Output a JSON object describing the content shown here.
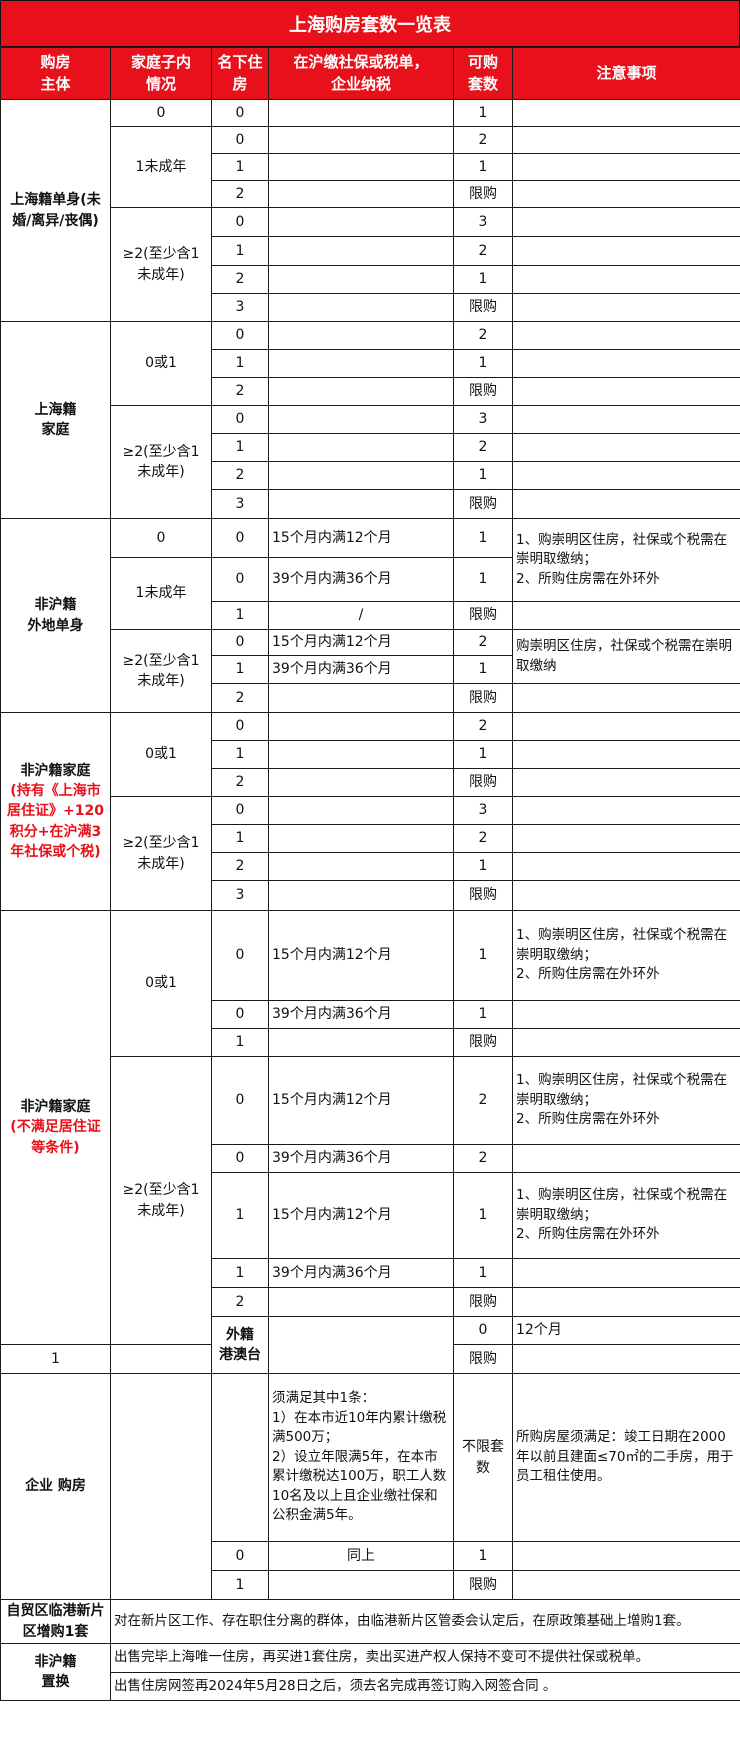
{
  "title": "上海购房套数一览表",
  "columns": [
    "购房\n主体",
    "家庭子内\n情况",
    "名下住\n房",
    "在沪缴社保或税单，\n企业纳税",
    "可购\n套数",
    "注意事项"
  ],
  "values": {
    "zero": "0",
    "one": "1",
    "two": "2",
    "three": "3",
    "limit": "限购",
    "slash": "/"
  },
  "children": {
    "zero": "0",
    "one_minor": "1未成年",
    "two_plus": "≥2(至少含1\n未成年)",
    "zero_or_one": "0或1"
  },
  "tax": {
    "m15_12": "15个月内满12个月",
    "m39_36": "39个月内满36个月",
    "m12": "12个月",
    "same": "同上"
  },
  "notes": {
    "chongming_two": "1、购崇明区住房，社保或个税需在崇明取缴纳；\n2、所购住房需在外环外",
    "chongming_one": "购崇明区住房，社保或个税需在崇明取缴纳"
  },
  "subjects": {
    "sh_single": "上海籍单身(未婚/离异/丧偶)",
    "sh_family": "上海籍\n家庭",
    "non_single": "非沪籍\n外地单身",
    "non_family_a_main": "非沪籍家庭",
    "non_family_a_cond": "(持有《上海市居住证》+120积分+在沪满3年社保或个税)",
    "non_family_b_main": "非沪籍家庭",
    "non_family_b_cond": "(不满足居住证等条件)",
    "foreign": "外籍\n港澳台",
    "enterprise": "企业 购房",
    "lingang": "自贸区临港新片区增购1套",
    "replace": "非沪籍\n置换"
  },
  "enterprise": {
    "condition": "须满足其中1条：\n1）在本市近10年内累计缴税满500万；\n2）设立年限满5年，在本市累计缴税达100万，职工人数10名及以上且企业缴社保和公积金满5年。",
    "count": "不限套数",
    "note": "所购房屋须满足：竣工日期在2000年以前且建面≤70㎡的二手房，用于员工租住使用。"
  },
  "lingang_text": "对在新片区工作、存在职住分离的群体，由临港新片区管委会认定后，在原政策基础上增购1套。",
  "replace_text_1": "出售完毕上海唯一住房，再买进1套住房，卖出买进产权人保持不变可不提供社保或税单。",
  "replace_text_2": "出售住房网签再2024年5月28日之后，须去名完成再签订购入网签合同 。",
  "colors": {
    "accent_red": "#e8101a",
    "border": "#1a1a1a"
  }
}
